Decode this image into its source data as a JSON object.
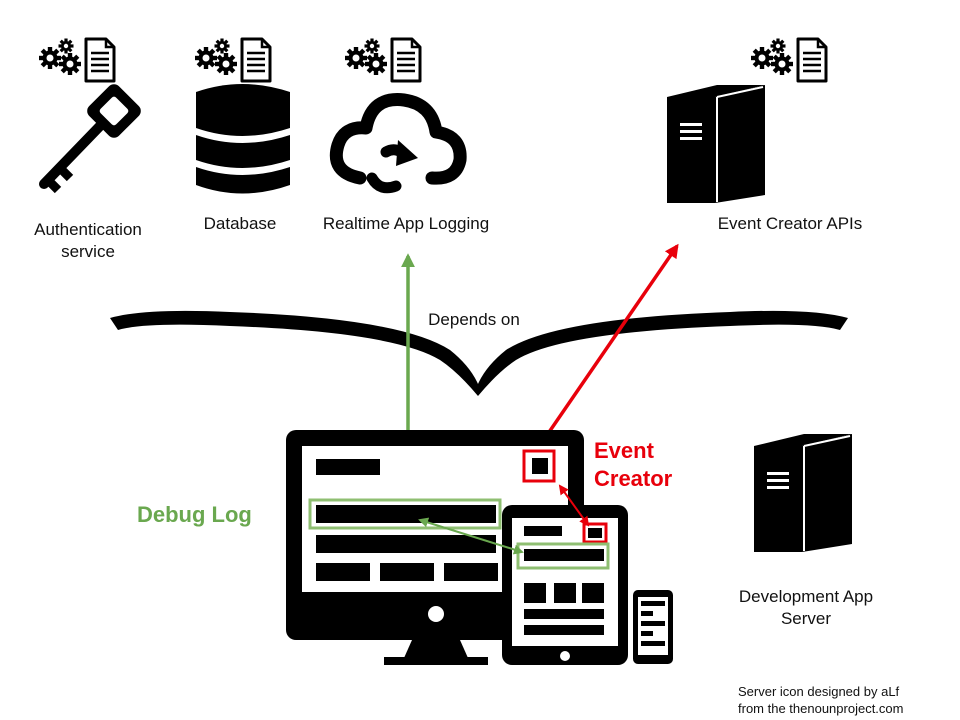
{
  "services": {
    "auth_line1": "Authentication",
    "auth_line2": "service",
    "database": "Database",
    "logging": "Realtime App Logging",
    "event_apis": "Event Creator APIs"
  },
  "depends_label": "Depends on",
  "debug_label": "Debug Log",
  "event_creator_line1": "Event",
  "event_creator_line2": "Creator",
  "dev_server_line1": "Development App",
  "dev_server_line2": "Server",
  "credit_line1": "Server icon designed by aLf",
  "credit_line2": "from the thenounproject.com",
  "colors": {
    "debug_green": "#6aa84f",
    "event_red": "#e8000b",
    "icon_black": "#000000"
  },
  "icons": [
    "gears-icon",
    "document-icon",
    "key-icon",
    "database-icon",
    "cloud-sync-icon",
    "server-icon",
    "brace-icon",
    "monitor-icon",
    "tablet-icon",
    "phone-icon"
  ]
}
